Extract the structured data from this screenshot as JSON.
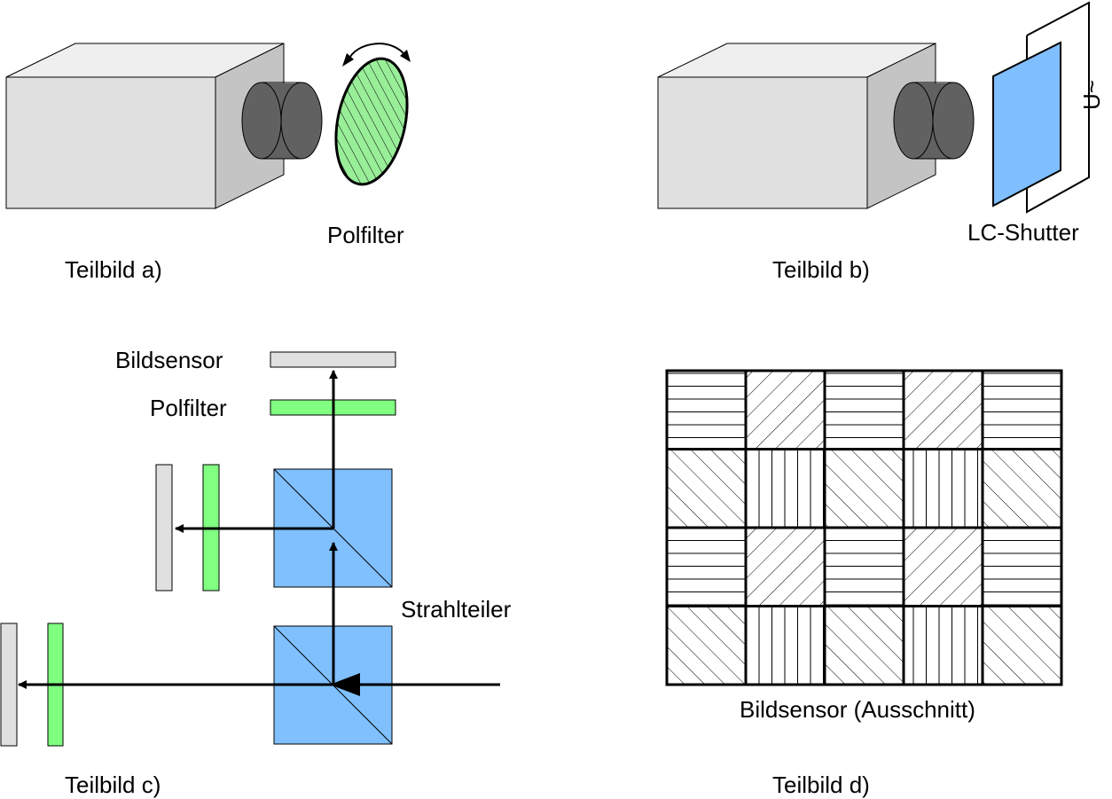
{
  "panel_a": {
    "caption": "Teilbild a)",
    "filter_label": "Polfilter"
  },
  "panel_b": {
    "caption": "Teilbild b)",
    "shutter_label": "LC-Shutter",
    "voltage_label": "U~"
  },
  "panel_c": {
    "caption": "Teilbild c)",
    "sensor_label": "Bildsensor",
    "filter_label": "Polfilter",
    "splitter_label": "Strahlteiler"
  },
  "panel_d": {
    "caption": "Teilbild d)",
    "sensor_label": "Bildsensor (Ausschnitt)",
    "mosaic_rows": [
      [
        "horizontal",
        "diagonal-down",
        "horizontal",
        "diagonal-down",
        "horizontal"
      ],
      [
        "diagonal-up",
        "vertical",
        "diagonal-up",
        "vertical",
        "diagonal-up"
      ],
      [
        "horizontal",
        "diagonal-down",
        "horizontal",
        "diagonal-down",
        "horizontal"
      ],
      [
        "diagonal-up",
        "vertical",
        "diagonal-up",
        "vertical",
        "diagonal-up"
      ]
    ]
  },
  "colors": {
    "camera_front": "#e0e0e0",
    "camera_top": "#efefef",
    "camera_side": "#c4c4c4",
    "lens": "#616161",
    "polfilter": "#80ff80",
    "polfilter_disc": "#99ee99",
    "shutter": "#7fbfff",
    "splitter": "#80c0ff",
    "sensor": "#e0e0e0"
  }
}
